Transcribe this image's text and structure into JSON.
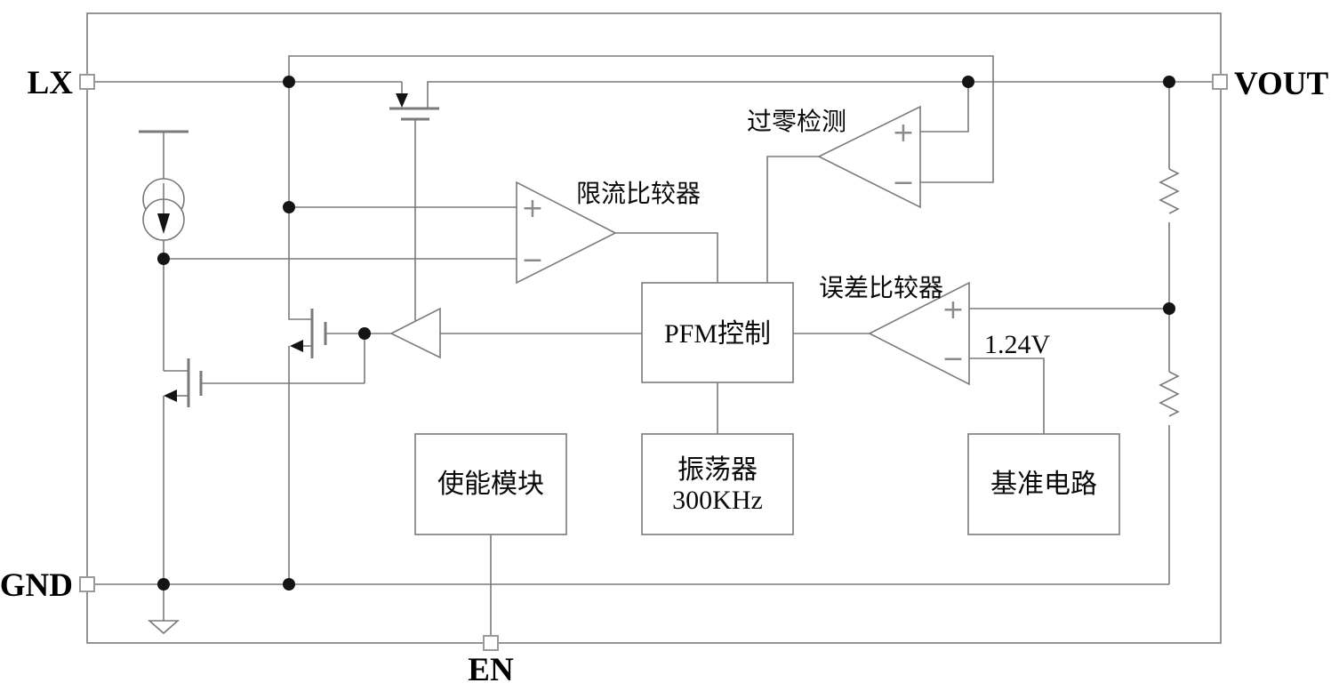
{
  "diagram": {
    "pins": [
      {
        "name": "LX"
      },
      {
        "name": "VOUT"
      },
      {
        "name": "GND"
      },
      {
        "name": "EN"
      }
    ],
    "comparators": [
      {
        "label": "过零检测"
      },
      {
        "label": "限流比较器"
      },
      {
        "label": "误差比较器"
      }
    ],
    "blocks": [
      {
        "label": "PFM控制"
      },
      {
        "label": "振荡器",
        "sublabel": "300KHz"
      },
      {
        "label": "使能模块"
      },
      {
        "label": "基准电路"
      }
    ],
    "labels": {
      "vref": "1.24V"
    },
    "signs": {
      "plus": "+",
      "minus": "−"
    },
    "colors": {
      "wire": "#7a7a7a",
      "text": "#000000",
      "junction": "#141414",
      "pin_fill": "#ffffff",
      "background": "#ffffff"
    }
  }
}
